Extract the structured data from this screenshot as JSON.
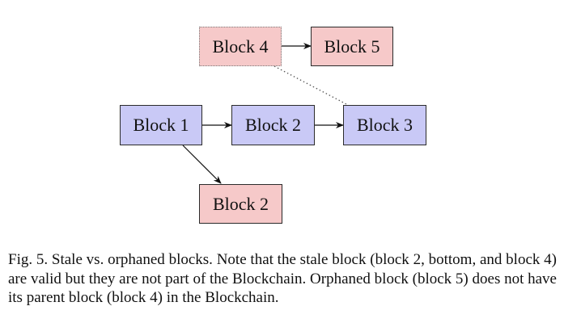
{
  "diagram": {
    "blocks": {
      "block4": {
        "label": "Block 4",
        "color": "#f6c9c9",
        "style": "dotted-border"
      },
      "block5": {
        "label": "Block 5",
        "color": "#f6c9c9"
      },
      "block1": {
        "label": "Block 1",
        "color": "#c9c9f6"
      },
      "block2_main": {
        "label": "Block 2",
        "color": "#c9c9f6"
      },
      "block3": {
        "label": "Block 3",
        "color": "#c9c9f6"
      },
      "block2_stale": {
        "label": "Block 2",
        "color": "#f6c9c9"
      }
    },
    "edges": [
      {
        "from": "block4",
        "to": "block5",
        "style": "arrow"
      },
      {
        "from": "block1",
        "to": "block2_main",
        "style": "arrow"
      },
      {
        "from": "block2_main",
        "to": "block3",
        "style": "arrow"
      },
      {
        "from": "block1",
        "to": "block2_stale",
        "style": "arrow"
      },
      {
        "from": "block4",
        "to": "block3",
        "style": "dotted-line"
      }
    ]
  },
  "caption": "Fig. 5.  Stale vs. orphaned blocks. Note that the stale block (block 2, bottom, and block 4) are valid but they are not part of the Blockchain. Orphaned block (block 5) does not have its parent block (block 4) in the Blockchain."
}
